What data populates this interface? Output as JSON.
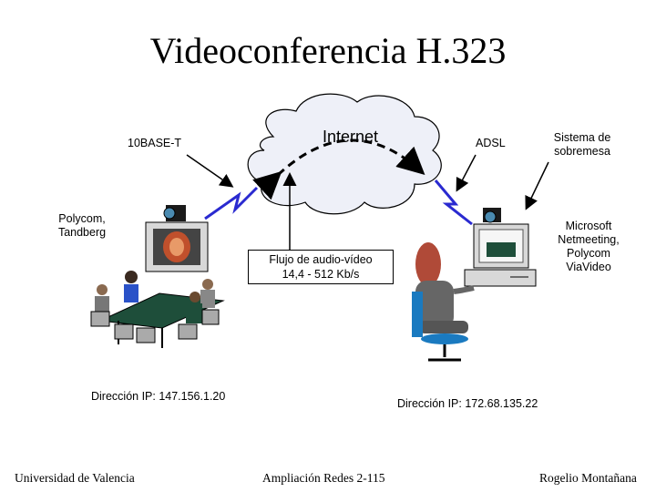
{
  "title": "Videoconferencia H.323",
  "labels": {
    "internet": "Internet",
    "ethernet": "10BASE-T",
    "adsl": "ADSL",
    "desktop_system": "Sistema de sobremesa",
    "left_products": "Polycom, Tandberg",
    "right_products": "Microsoft Netmeeting, Polycom ViaVideo",
    "flow_line1": "Flujo de audio-vídeo",
    "flow_line2": "14,4 - 512 Kb/s",
    "left_ip": "Dirección IP: 147.156.1.20",
    "right_ip": "Dirección IP: 172.68.135.22"
  },
  "footer": {
    "left": "Universidad de Valencia",
    "center": "Ampliación Redes 2-115",
    "right": "Rogelio Montañana"
  },
  "colors": {
    "cloud": "#eef0f8",
    "lightning": "#2a2ad0",
    "table": "#1e4e3a",
    "person_red": "#b04a38",
    "chair": "#1a7ac0",
    "monitor": "#d8d8d8"
  }
}
